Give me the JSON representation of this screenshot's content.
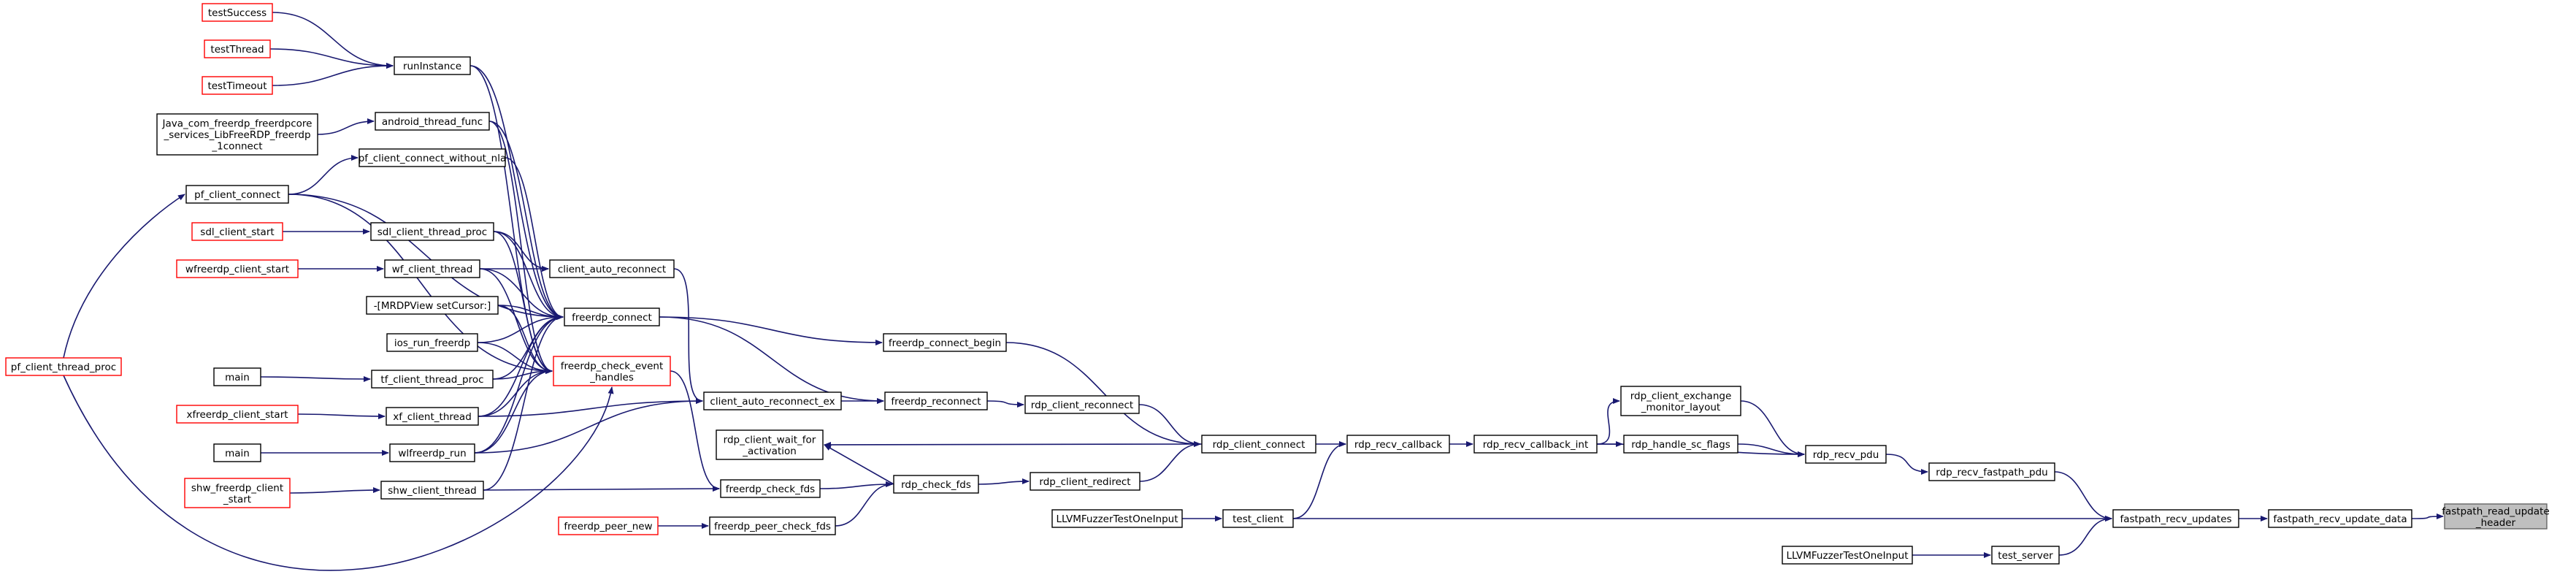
{
  "graph": {
    "colors": {
      "edge": "#191970",
      "normal_border": "#000000",
      "truncated_border": "#ff0000",
      "target_fill": "#bfbfbf"
    },
    "target": "fastpath_read_update_header",
    "nodes": [
      {
        "id": "fastpath_read_update_header",
        "lines": [
          "fastpath_read_update",
          "_header"
        ],
        "style": "target"
      },
      {
        "id": "fastpath_recv_update_data",
        "lines": [
          "fastpath_recv_update_data"
        ],
        "style": "normal"
      },
      {
        "id": "fastpath_recv_updates",
        "lines": [
          "fastpath_recv_updates"
        ],
        "style": "normal"
      },
      {
        "id": "rdp_recv_fastpath_pdu",
        "lines": [
          "rdp_recv_fastpath_pdu"
        ],
        "style": "normal"
      },
      {
        "id": "test_client",
        "lines": [
          "test_client"
        ],
        "style": "normal"
      },
      {
        "id": "test_server",
        "lines": [
          "test_server"
        ],
        "style": "normal"
      },
      {
        "id": "LLVMFuzzerTestOneInput_1",
        "lines": [
          "LLVMFuzzerTestOneInput"
        ],
        "style": "normal"
      },
      {
        "id": "LLVMFuzzerTestOneInput_2",
        "lines": [
          "LLVMFuzzerTestOneInput"
        ],
        "style": "normal"
      },
      {
        "id": "rdp_recv_pdu",
        "lines": [
          "rdp_recv_pdu"
        ],
        "style": "normal"
      },
      {
        "id": "rdp_client_exchange_monitor_layout",
        "lines": [
          "rdp_client_exchange",
          "_monitor_layout"
        ],
        "style": "normal"
      },
      {
        "id": "rdp_handle_sc_flags",
        "lines": [
          "rdp_handle_sc_flags"
        ],
        "style": "normal"
      },
      {
        "id": "rdp_recv_callback_int",
        "lines": [
          "rdp_recv_callback_int"
        ],
        "style": "normal"
      },
      {
        "id": "rdp_recv_callback",
        "lines": [
          "rdp_recv_callback"
        ],
        "style": "normal"
      },
      {
        "id": "rdp_client_connect",
        "lines": [
          "rdp_client_connect"
        ],
        "style": "normal"
      },
      {
        "id": "freerdp_connect_begin",
        "lines": [
          "freerdp_connect_begin"
        ],
        "style": "normal"
      },
      {
        "id": "rdp_client_reconnect",
        "lines": [
          "rdp_client_reconnect"
        ],
        "style": "normal"
      },
      {
        "id": "rdp_client_redirect",
        "lines": [
          "rdp_client_redirect"
        ],
        "style": "normal"
      },
      {
        "id": "rdp_check_fds",
        "lines": [
          "rdp_check_fds"
        ],
        "style": "normal"
      },
      {
        "id": "rdp_client_wait_for_activation",
        "lines": [
          "rdp_client_wait_for",
          "_activation"
        ],
        "style": "normal"
      },
      {
        "id": "freerdp_reconnect",
        "lines": [
          "freerdp_reconnect"
        ],
        "style": "normal"
      },
      {
        "id": "freerdp_check_fds",
        "lines": [
          "freerdp_check_fds"
        ],
        "style": "normal"
      },
      {
        "id": "freerdp_peer_check_fds",
        "lines": [
          "freerdp_peer_check_fds"
        ],
        "style": "normal"
      },
      {
        "id": "freerdp_peer_new",
        "lines": [
          "freerdp_peer_new"
        ],
        "style": "truncated"
      },
      {
        "id": "client_auto_reconnect_ex",
        "lines": [
          "client_auto_reconnect_ex"
        ],
        "style": "normal"
      },
      {
        "id": "client_auto_reconnect",
        "lines": [
          "client_auto_reconnect"
        ],
        "style": "normal"
      },
      {
        "id": "freerdp_connect",
        "lines": [
          "freerdp_connect"
        ],
        "style": "normal"
      },
      {
        "id": "freerdp_check_event_handles",
        "lines": [
          "freerdp_check_event",
          "_handles"
        ],
        "style": "truncated"
      },
      {
        "id": "runInstance",
        "lines": [
          "runInstance"
        ],
        "style": "normal"
      },
      {
        "id": "testSuccess",
        "lines": [
          "testSuccess"
        ],
        "style": "truncated"
      },
      {
        "id": "testThread",
        "lines": [
          "testThread"
        ],
        "style": "truncated"
      },
      {
        "id": "testTimeout",
        "lines": [
          "testTimeout"
        ],
        "style": "truncated"
      },
      {
        "id": "android_thread_func",
        "lines": [
          "android_thread_func"
        ],
        "style": "normal"
      },
      {
        "id": "Java_com_freerdp",
        "lines": [
          "Java_com_freerdp_freerdpcore",
          "_services_LibFreeRDP_freerdp",
          "_1connect"
        ],
        "style": "normal"
      },
      {
        "id": "pf_client_connect_without_nla",
        "lines": [
          "pf_client_connect_without_nla"
        ],
        "style": "normal"
      },
      {
        "id": "pf_client_connect",
        "lines": [
          "pf_client_connect"
        ],
        "style": "normal"
      },
      {
        "id": "pf_client_thread_proc",
        "lines": [
          "pf_client_thread_proc"
        ],
        "style": "truncated"
      },
      {
        "id": "sdl_client_thread_proc",
        "lines": [
          "sdl_client_thread_proc"
        ],
        "style": "normal"
      },
      {
        "id": "sdl_client_start",
        "lines": [
          "sdl_client_start"
        ],
        "style": "truncated"
      },
      {
        "id": "wf_client_thread",
        "lines": [
          "wf_client_thread"
        ],
        "style": "normal"
      },
      {
        "id": "wfreerdp_client_start",
        "lines": [
          "wfreerdp_client_start"
        ],
        "style": "truncated"
      },
      {
        "id": "MRDPView_setCursor",
        "lines": [
          "-[MRDPView setCursor:]"
        ],
        "style": "normal"
      },
      {
        "id": "ios_run_freerdp",
        "lines": [
          "ios_run_freerdp"
        ],
        "style": "normal"
      },
      {
        "id": "tf_client_thread_proc",
        "lines": [
          "tf_client_thread_proc"
        ],
        "style": "normal"
      },
      {
        "id": "main_1",
        "lines": [
          "main"
        ],
        "style": "normal"
      },
      {
        "id": "xf_client_thread",
        "lines": [
          "xf_client_thread"
        ],
        "style": "normal"
      },
      {
        "id": "xfreerdp_client_start",
        "lines": [
          "xfreerdp_client_start"
        ],
        "style": "truncated"
      },
      {
        "id": "wlfreerdp_run",
        "lines": [
          "wlfreerdp_run"
        ],
        "style": "normal"
      },
      {
        "id": "main_2",
        "lines": [
          "main"
        ],
        "style": "normal"
      },
      {
        "id": "shw_client_thread",
        "lines": [
          "shw_client_thread"
        ],
        "style": "normal"
      },
      {
        "id": "shw_freerdp_client_start",
        "lines": [
          "shw_freerdp_client",
          "_start"
        ],
        "style": "truncated"
      }
    ],
    "edges": [
      {
        "from": "fastpath_recv_update_data",
        "to": "fastpath_read_update_header"
      },
      {
        "from": "fastpath_recv_updates",
        "to": "fastpath_recv_update_data"
      },
      {
        "from": "rdp_recv_fastpath_pdu",
        "to": "fastpath_recv_updates"
      },
      {
        "from": "test_client",
        "to": "fastpath_recv_updates"
      },
      {
        "from": "test_server",
        "to": "fastpath_recv_updates"
      },
      {
        "from": "LLVMFuzzerTestOneInput_1",
        "to": "test_client"
      },
      {
        "from": "LLVMFuzzerTestOneInput_2",
        "to": "test_server"
      },
      {
        "from": "rdp_recv_pdu",
        "to": "rdp_recv_fastpath_pdu"
      },
      {
        "from": "rdp_client_exchange_monitor_layout",
        "to": "rdp_recv_pdu"
      },
      {
        "from": "rdp_handle_sc_flags",
        "to": "rdp_recv_pdu"
      },
      {
        "from": "rdp_recv_callback_int",
        "to": "rdp_recv_pdu"
      },
      {
        "from": "rdp_recv_callback_int",
        "to": "rdp_client_exchange_monitor_layout"
      },
      {
        "from": "rdp_recv_callback_int",
        "to": "rdp_handle_sc_flags"
      },
      {
        "from": "rdp_recv_callback",
        "to": "rdp_recv_callback_int"
      },
      {
        "from": "rdp_client_connect",
        "to": "rdp_recv_callback"
      },
      {
        "from": "test_client",
        "to": "rdp_recv_callback"
      },
      {
        "from": "rdp_client_connect",
        "to": "rdp_client_wait_for_activation"
      },
      {
        "from": "freerdp_connect_begin",
        "to": "rdp_client_connect"
      },
      {
        "from": "rdp_client_reconnect",
        "to": "rdp_client_connect"
      },
      {
        "from": "rdp_client_redirect",
        "to": "rdp_client_connect"
      },
      {
        "from": "rdp_check_fds",
        "to": "rdp_client_redirect"
      },
      {
        "from": "rdp_check_fds",
        "to": "rdp_client_wait_for_activation"
      },
      {
        "from": "freerdp_reconnect",
        "to": "rdp_client_reconnect"
      },
      {
        "from": "freerdp_check_fds",
        "to": "rdp_check_fds"
      },
      {
        "from": "freerdp_peer_check_fds",
        "to": "rdp_check_fds"
      },
      {
        "from": "freerdp_peer_new",
        "to": "freerdp_peer_check_fds"
      },
      {
        "from": "client_auto_reconnect_ex",
        "to": "freerdp_reconnect"
      },
      {
        "from": "freerdp_connect",
        "to": "freerdp_connect_begin"
      },
      {
        "from": "freerdp_connect",
        "to": "freerdp_reconnect"
      },
      {
        "from": "client_auto_reconnect",
        "to": "client_auto_reconnect_ex"
      },
      {
        "from": "freerdp_check_event_handles",
        "to": "freerdp_check_fds"
      },
      {
        "from": "shw_client_thread",
        "to": "freerdp_check_fds"
      },
      {
        "from": "wlfreerdp_run",
        "to": "client_auto_reconnect_ex"
      },
      {
        "from": "xf_client_thread",
        "to": "client_auto_reconnect_ex"
      },
      {
        "from": "sdl_client_thread_proc",
        "to": "client_auto_reconnect"
      },
      {
        "from": "wf_client_thread",
        "to": "client_auto_reconnect"
      },
      {
        "from": "runInstance",
        "to": "freerdp_connect"
      },
      {
        "from": "android_thread_func",
        "to": "freerdp_connect"
      },
      {
        "from": "pf_client_connect_without_nla",
        "to": "freerdp_connect"
      },
      {
        "from": "pf_client_connect",
        "to": "freerdp_connect"
      },
      {
        "from": "sdl_client_thread_proc",
        "to": "freerdp_connect"
      },
      {
        "from": "wf_client_thread",
        "to": "freerdp_connect"
      },
      {
        "from": "MRDPView_setCursor",
        "to": "freerdp_connect"
      },
      {
        "from": "ios_run_freerdp",
        "to": "freerdp_connect"
      },
      {
        "from": "tf_client_thread_proc",
        "to": "freerdp_connect"
      },
      {
        "from": "xf_client_thread",
        "to": "freerdp_connect"
      },
      {
        "from": "wlfreerdp_run",
        "to": "freerdp_connect"
      },
      {
        "from": "shw_client_thread",
        "to": "freerdp_connect"
      },
      {
        "from": "runInstance",
        "to": "freerdp_check_event_handles"
      },
      {
        "from": "android_thread_func",
        "to": "freerdp_check_event_handles"
      },
      {
        "from": "pf_client_connect",
        "to": "freerdp_check_event_handles"
      },
      {
        "from": "pf_client_thread_proc",
        "to": "freerdp_check_event_handles"
      },
      {
        "from": "sdl_client_thread_proc",
        "to": "freerdp_check_event_handles"
      },
      {
        "from": "wf_client_thread",
        "to": "freerdp_check_event_handles"
      },
      {
        "from": "MRDPView_setCursor",
        "to": "freerdp_check_event_handles"
      },
      {
        "from": "ios_run_freerdp",
        "to": "freerdp_check_event_handles"
      },
      {
        "from": "tf_client_thread_proc",
        "to": "freerdp_check_event_handles"
      },
      {
        "from": "xf_client_thread",
        "to": "freerdp_check_event_handles"
      },
      {
        "from": "wlfreerdp_run",
        "to": "freerdp_check_event_handles"
      },
      {
        "from": "testSuccess",
        "to": "runInstance"
      },
      {
        "from": "testThread",
        "to": "runInstance"
      },
      {
        "from": "testTimeout",
        "to": "runInstance"
      },
      {
        "from": "Java_com_freerdp",
        "to": "android_thread_func"
      },
      {
        "from": "pf_client_connect",
        "to": "pf_client_connect_without_nla"
      },
      {
        "from": "pf_client_thread_proc",
        "to": "pf_client_connect"
      },
      {
        "from": "sdl_client_start",
        "to": "sdl_client_thread_proc"
      },
      {
        "from": "wfreerdp_client_start",
        "to": "wf_client_thread"
      },
      {
        "from": "main_1",
        "to": "tf_client_thread_proc"
      },
      {
        "from": "xfreerdp_client_start",
        "to": "xf_client_thread"
      },
      {
        "from": "main_2",
        "to": "wlfreerdp_run"
      },
      {
        "from": "shw_freerdp_client_start",
        "to": "shw_client_thread"
      }
    ]
  }
}
